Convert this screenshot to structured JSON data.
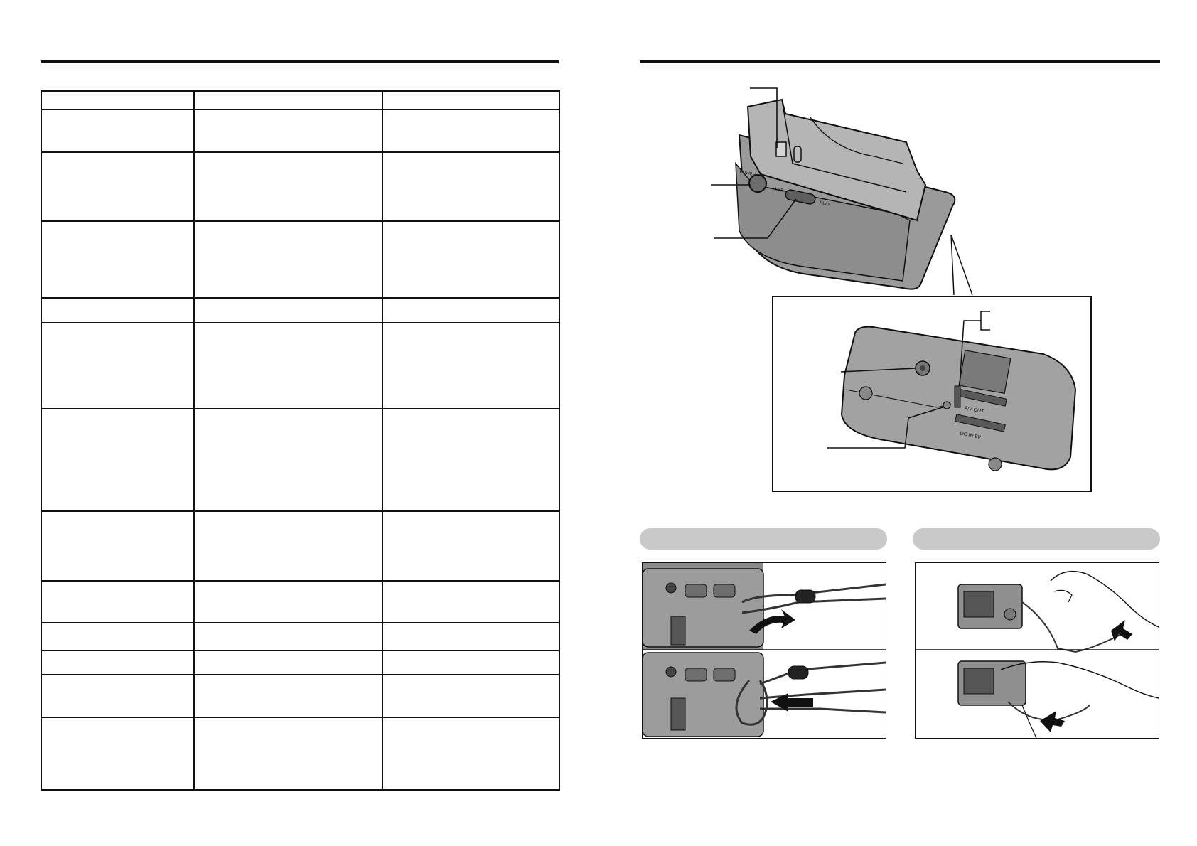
{
  "page": {
    "left_header": "",
    "right_header": ""
  },
  "troubleshooting_table": {
    "columns": [
      "",
      "",
      ""
    ],
    "rows": [
      [
        "",
        "",
        ""
      ],
      [
        "",
        "",
        ""
      ],
      [
        "",
        "",
        ""
      ],
      [
        "",
        "",
        ""
      ],
      [
        "",
        "",
        ""
      ],
      [
        "",
        "",
        ""
      ],
      [
        "",
        "",
        ""
      ],
      [
        "",
        "",
        ""
      ],
      [
        "",
        "",
        ""
      ],
      [
        "",
        "",
        ""
      ],
      [
        "",
        "",
        ""
      ],
      [
        "",
        "",
        ""
      ]
    ]
  },
  "cradle_figure": {
    "printed_labels": {
      "power_button": "POWER",
      "usb_side": "USB",
      "play_side": "PLAY",
      "av_out_port": "A/V OUT",
      "dc_in_port": "DC IN 5V"
    }
  },
  "strap_sections": {
    "left_title": "",
    "right_title": ""
  },
  "colors": {
    "ink": "#111111",
    "device_grey": "#9a9a9a",
    "pill_grey": "#c9c9c9"
  }
}
